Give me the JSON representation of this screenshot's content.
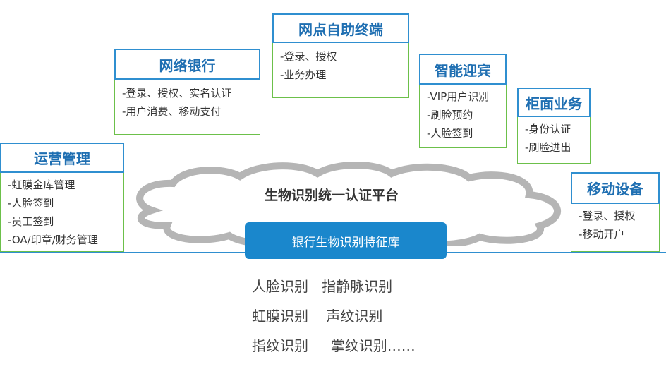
{
  "cards": {
    "network_bank": {
      "title": "网络银行",
      "items": [
        "-登录、授权、实名认证",
        "-用户消费、移动支付"
      ]
    },
    "self_service": {
      "title": "网点自助终端",
      "items": [
        "-登录、授权",
        "-业务办理"
      ]
    },
    "smart_welcome": {
      "title": "智能迎宾",
      "items": [
        "-VIP用户识别",
        "-刷脸预约",
        "-人脸签到"
      ]
    },
    "counter": {
      "title": "柜面业务",
      "items": [
        "-身份认证",
        "-刷脸进出"
      ]
    },
    "operations": {
      "title": "运营管理",
      "items": [
        "-虹膜金库管理",
        "-人脸签到",
        "-员工签到",
        "-OA/印章/财务管理"
      ]
    },
    "mobile": {
      "title": "移动设备",
      "items": [
        "-登录、授权",
        "-移动开户"
      ]
    }
  },
  "platform": {
    "title": "生物识别统一认证平台",
    "database": "银行生物识别特征库"
  },
  "biometrics": {
    "row1": "人脸识别   指静脉识别",
    "row2": "虹膜识别    声纹识别",
    "row3": "指纹识别     掌纹识别……"
  },
  "colors": {
    "title_border": "#2f8fd0",
    "title_text": "#1f6fb2",
    "body_border": "#6cc04a",
    "db_fill": "#1a87cc",
    "cloud_fill": "#ffffff",
    "cloud_stroke": "#b5b5b5"
  }
}
